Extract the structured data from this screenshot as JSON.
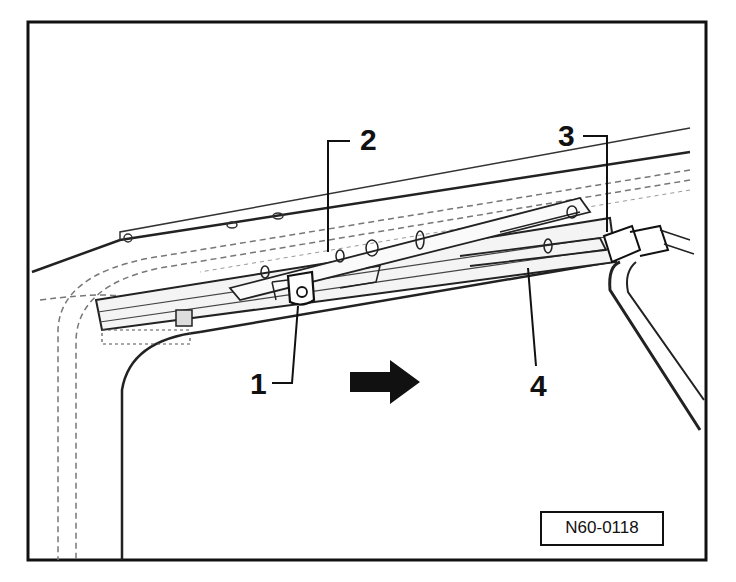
{
  "diagram": {
    "nodes": [
      {
        "text": [
          "N60-0118"
        ]
      }
    ],
    "labels": [
      "1",
      "2",
      "3",
      "4"
    ]
  }
}
